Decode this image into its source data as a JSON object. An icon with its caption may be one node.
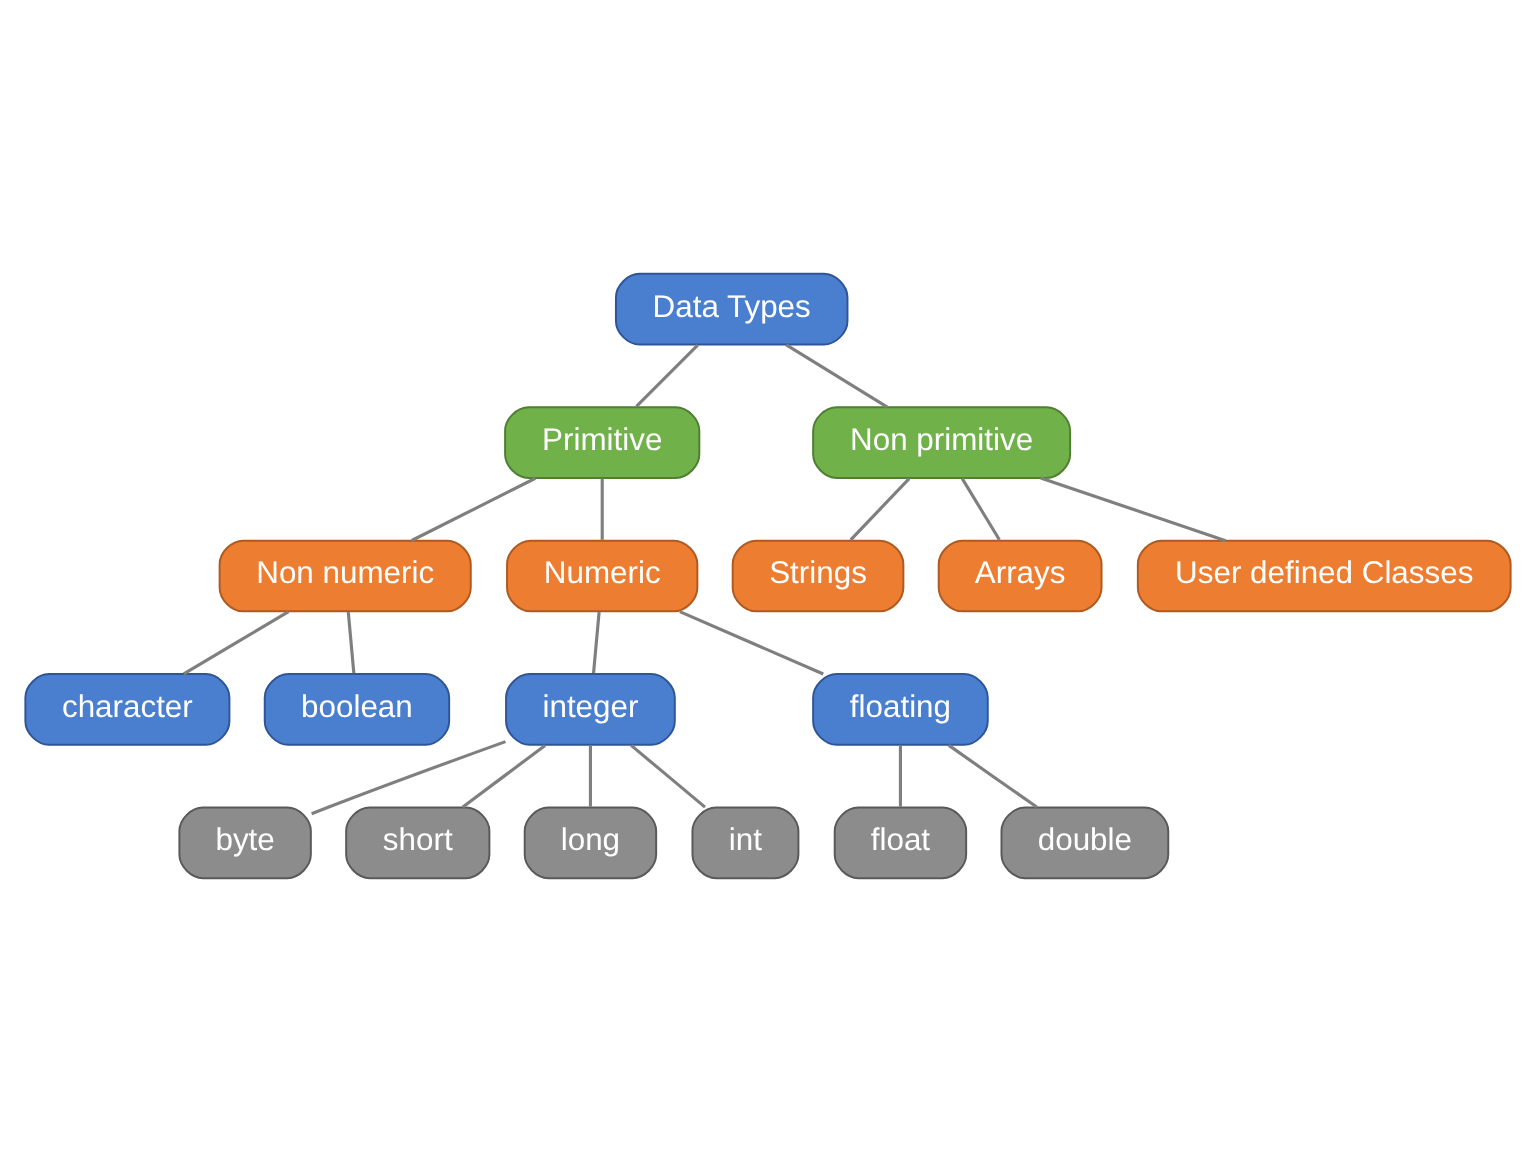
{
  "diagram": {
    "nodes": [
      {
        "text": [
          "Data Types"
        ]
      },
      {
        "text": [
          "Primitive"
        ]
      },
      {
        "text": [
          "Non primitive"
        ]
      },
      {
        "text": [
          "Non numeric"
        ]
      },
      {
        "text": [
          "Numeric"
        ]
      },
      {
        "text": [
          "character"
        ]
      },
      {
        "text": [
          "boolean"
        ]
      },
      {
        "text": [
          "integer"
        ]
      },
      {
        "text": [
          "floating"
        ]
      },
      {
        "text": [
          "byte"
        ]
      },
      {
        "text": [
          "short"
        ]
      },
      {
        "text": [
          "long"
        ]
      },
      {
        "text": [
          "int"
        ]
      },
      {
        "text": [
          "float"
        ]
      },
      {
        "text": [
          "double"
        ]
      },
      {
        "text": [
          "Strings"
        ]
      },
      {
        "text": [
          "Arrays"
        ]
      },
      {
        "text": [
          "User defined Classes"
        ]
      }
    ],
    "edges": [
      {
        "from": 0,
        "to": 1,
        "arrow": "none"
      },
      {
        "from": 0,
        "to": 2,
        "arrow": "none"
      },
      {
        "from": 1,
        "to": 3,
        "arrow": "none"
      },
      {
        "from": 1,
        "to": 4,
        "arrow": "none"
      },
      {
        "from": 3,
        "to": 5,
        "arrow": "none"
      },
      {
        "from": 3,
        "to": 6,
        "arrow": "none"
      },
      {
        "from": 4,
        "to": 7,
        "arrow": "none"
      },
      {
        "from": 4,
        "to": 8,
        "arrow": "none"
      },
      {
        "from": 7,
        "to": 9,
        "arrow": "none"
      },
      {
        "from": 7,
        "to": 10,
        "arrow": "none"
      },
      {
        "from": 7,
        "to": 11,
        "arrow": "none"
      },
      {
        "from": 7,
        "to": 12,
        "arrow": "none"
      },
      {
        "from": 8,
        "to": 13,
        "arrow": "none"
      },
      {
        "from": 8,
        "to": 14,
        "arrow": "none"
      },
      {
        "from": 2,
        "to": 15,
        "arrow": "none"
      },
      {
        "from": 2,
        "to": 16,
        "arrow": "none"
      },
      {
        "from": 2,
        "to": 17,
        "arrow": "none"
      }
    ]
  }
}
